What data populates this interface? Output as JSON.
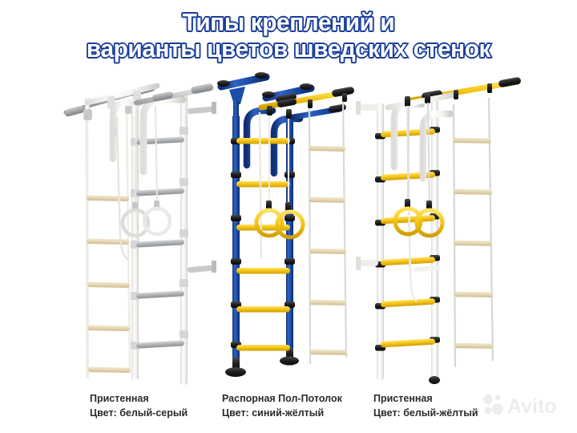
{
  "title": {
    "line1": "Типы креплений и",
    "line2": "варианты цветов шведских стенок",
    "text_color": "#ffffff",
    "outline_color": "#1a3d99"
  },
  "products": [
    {
      "id": "product-1",
      "mount_type": "Пристенная",
      "color_label": "Цвет: белый-серый",
      "frame_color": "#f4f3ef",
      "accent_color": "#b4b6b8",
      "rung_color": "#b0b2b4",
      "ring_color": "#d8d8d6",
      "wood_color": "#e8ddc2"
    },
    {
      "id": "product-2",
      "mount_type": "Распорная Пол-Потолок",
      "color_label": "Цвет: синий-жёлтый",
      "frame_color": "#1b4ea8",
      "accent_color": "#1a1a1a",
      "rung_color": "#f5c518",
      "ring_color": "#f7d117",
      "wood_color": "#e8ddc2"
    },
    {
      "id": "product-3",
      "mount_type": "Пристенная",
      "color_label": "Цвет: белый-жёлтый",
      "frame_color": "#f7f6f2",
      "accent_color": "#1a1a1a",
      "rung_color": "#f5c518",
      "ring_color": "#f7d117",
      "wood_color": "#e8ddc2"
    }
  ],
  "watermark": {
    "label": "Avito",
    "color": "#d8d8d8"
  }
}
